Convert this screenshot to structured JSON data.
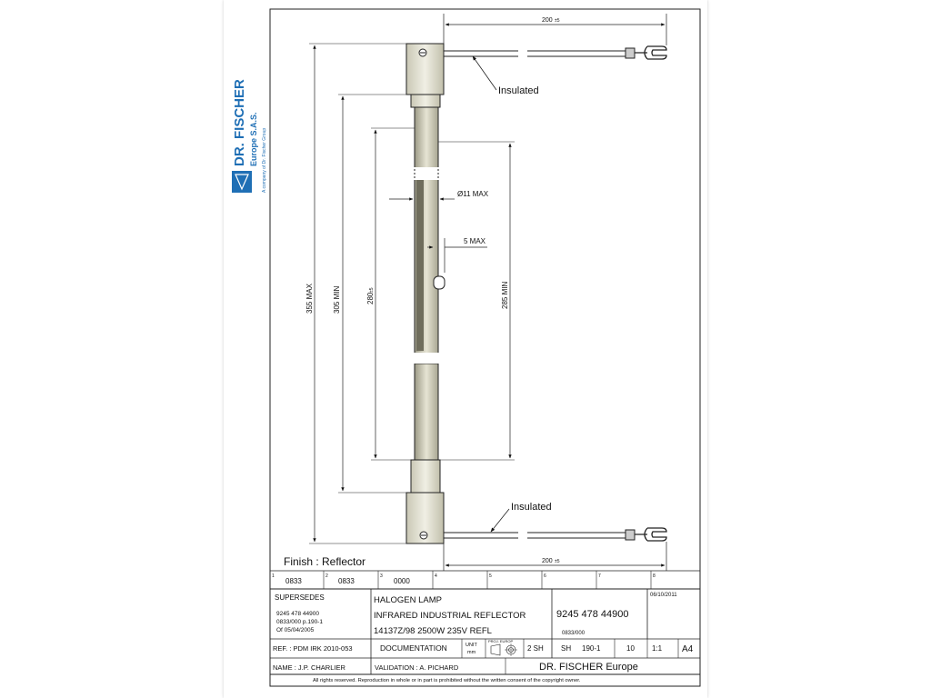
{
  "company": {
    "name": "DR. FISCHER",
    "division": "Europe S.A.S.",
    "tagline": "A company of Dr. Fischer Group",
    "brand_color": "#1f6fb5"
  },
  "drawing": {
    "dim_top_cable": "200",
    "dim_top_cable_tol": "±5",
    "dim_bottom_cable": "200",
    "dim_bottom_cable_tol": "±5",
    "insulated_top": "Insulated",
    "insulated_bottom": "Insulated",
    "dia": "Ø11 MAX",
    "offset": "5 MAX",
    "len_355": "355 MAX",
    "len_305": "305 MIN",
    "len_280": "280",
    "len_280_tol": "±5",
    "len_285": "285 MIN",
    "finish": "Finish : Reflector"
  },
  "revision_strip": {
    "numbers": [
      "1",
      "2",
      "3",
      "4",
      "5",
      "6",
      "7",
      "8"
    ],
    "codes": [
      "0833",
      "0833",
      "0000"
    ]
  },
  "title_block": {
    "supersedes_label": "SUPERSEDES",
    "supersedes_lines": [
      "9245 478 44900",
      "0833/000 p.190-1",
      "Of 05/04/2005"
    ],
    "product_line1": "HALOGEN LAMP",
    "product_line2": "INFRARED INDUSTRIAL REFLECTOR",
    "product_line3": "14137Z/98 2500W 235V REFL",
    "part_number": "9245 478 44900",
    "part_sub": "0833/000",
    "date": "06/10/2011",
    "ref": "REF. : PDM IRK 2010-053",
    "documentation": "DOCUMENTATION",
    "unit_label": "UNIT",
    "unit_value": "mm",
    "proj_label": "PROJ. EUROP",
    "sheets": "2 SH",
    "sh_label": "SH",
    "sh_value": "190-1",
    "rev": "10",
    "scale": "1:1",
    "format": "A4",
    "name": "NAME : J.P. CHARLIER",
    "validation": "VALIDATION :  A. PICHARD",
    "company_footer": "DR. FISCHER Europe",
    "copyright": "All rights reserved. Reproduction in whole or in part is prohibited without the written consent of the copyright owner."
  }
}
